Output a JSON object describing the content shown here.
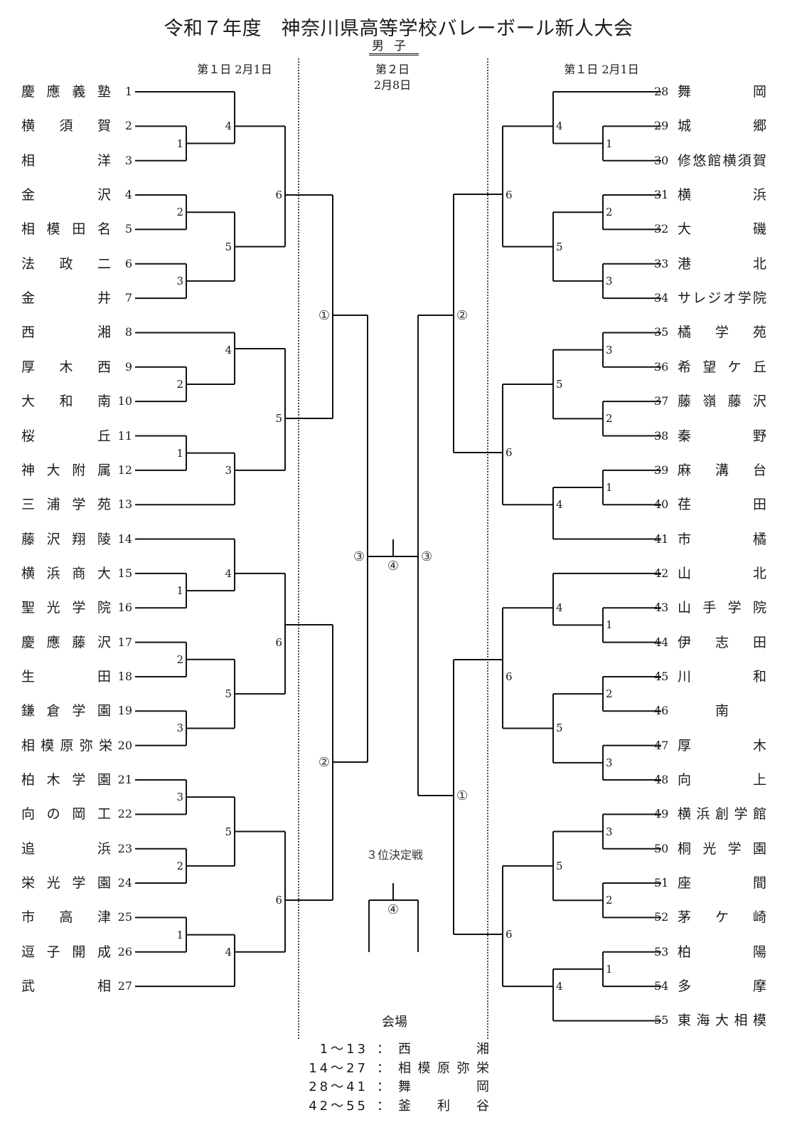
{
  "title": "令和７年度　神奈川県高等学校バレーボール新人大会",
  "subtitle": "男子",
  "headers": {
    "left_day": "第１日  2月1日",
    "center_day": "第２日",
    "center_date": "2月8日",
    "right_day": "第１日  2月1日"
  },
  "left_teams": [
    {
      "seed": "1",
      "name": "慶應義塾"
    },
    {
      "seed": "2",
      "name": "横須賀"
    },
    {
      "seed": "3",
      "name": "相洋"
    },
    {
      "seed": "4",
      "name": "金沢"
    },
    {
      "seed": "5",
      "name": "相模田名"
    },
    {
      "seed": "6",
      "name": "法政二"
    },
    {
      "seed": "7",
      "name": "金井"
    },
    {
      "seed": "8",
      "name": "西湘"
    },
    {
      "seed": "9",
      "name": "厚木西"
    },
    {
      "seed": "10",
      "name": "大和南"
    },
    {
      "seed": "11",
      "name": "桜丘"
    },
    {
      "seed": "12",
      "name": "神大附属"
    },
    {
      "seed": "13",
      "name": "三浦学苑"
    },
    {
      "seed": "14",
      "name": "藤沢翔陵"
    },
    {
      "seed": "15",
      "name": "横浜商大"
    },
    {
      "seed": "16",
      "name": "聖光学院"
    },
    {
      "seed": "17",
      "name": "慶應藤沢"
    },
    {
      "seed": "18",
      "name": "生田"
    },
    {
      "seed": "19",
      "name": "鎌倉学園"
    },
    {
      "seed": "20",
      "name": "相模原弥栄"
    },
    {
      "seed": "21",
      "name": "柏木学園"
    },
    {
      "seed": "22",
      "name": "向の岡工"
    },
    {
      "seed": "23",
      "name": "追浜"
    },
    {
      "seed": "24",
      "name": "栄光学園"
    },
    {
      "seed": "25",
      "name": "市高津"
    },
    {
      "seed": "26",
      "name": "逗子開成"
    },
    {
      "seed": "27",
      "name": "武相"
    }
  ],
  "right_teams": [
    {
      "seed": "28",
      "name": "舞岡"
    },
    {
      "seed": "29",
      "name": "城郷"
    },
    {
      "seed": "30",
      "name": "修悠館横須賀"
    },
    {
      "seed": "31",
      "name": "横浜"
    },
    {
      "seed": "32",
      "name": "大磯"
    },
    {
      "seed": "33",
      "name": "港北"
    },
    {
      "seed": "34",
      "name": "サレジオ学院"
    },
    {
      "seed": "35",
      "name": "橘学苑"
    },
    {
      "seed": "36",
      "name": "希望ケ丘"
    },
    {
      "seed": "37",
      "name": "藤嶺藤沢"
    },
    {
      "seed": "38",
      "name": "秦野"
    },
    {
      "seed": "39",
      "name": "麻溝台"
    },
    {
      "seed": "40",
      "name": "荏田"
    },
    {
      "seed": "41",
      "name": "市橘"
    },
    {
      "seed": "42",
      "name": "山北"
    },
    {
      "seed": "43",
      "name": "山手学院"
    },
    {
      "seed": "44",
      "name": "伊志田"
    },
    {
      "seed": "45",
      "name": "川和"
    },
    {
      "seed": "46",
      "name": "南"
    },
    {
      "seed": "47",
      "name": "厚木"
    },
    {
      "seed": "48",
      "name": "向上"
    },
    {
      "seed": "49",
      "name": "横浜創学館"
    },
    {
      "seed": "50",
      "name": "桐光学園"
    },
    {
      "seed": "51",
      "name": "座間"
    },
    {
      "seed": "52",
      "name": "茅ケ崎"
    },
    {
      "seed": "53",
      "name": "柏陽"
    },
    {
      "seed": "54",
      "name": "多摩"
    },
    {
      "seed": "55",
      "name": "東海大相模"
    }
  ],
  "left_matches": {
    "r1": [
      "1",
      "2",
      "1",
      "2",
      "3",
      "1"
    ],
    "r1_extra": [
      "3"
    ],
    "r2": [
      "4",
      "5",
      "4",
      "3",
      "4",
      "5",
      "5",
      "4"
    ],
    "r3": [
      "6",
      "5",
      "6",
      "6"
    ]
  },
  "day2": {
    "left_semis": [
      "①",
      "②"
    ],
    "right_semis": [
      "②",
      "①"
    ],
    "left_final": "③",
    "right_final": "③",
    "final": "④",
    "third_place_label": "３位決定戦",
    "third_place_match": "④"
  },
  "venues": {
    "title": "会場",
    "rows": [
      {
        "range": "1～13",
        "venue": "西湘"
      },
      {
        "range": "14～27",
        "venue": "相模原弥栄"
      },
      {
        "range": "28～41",
        "venue": "舞岡"
      },
      {
        "range": "42～55",
        "venue": "釜利谷"
      }
    ]
  }
}
